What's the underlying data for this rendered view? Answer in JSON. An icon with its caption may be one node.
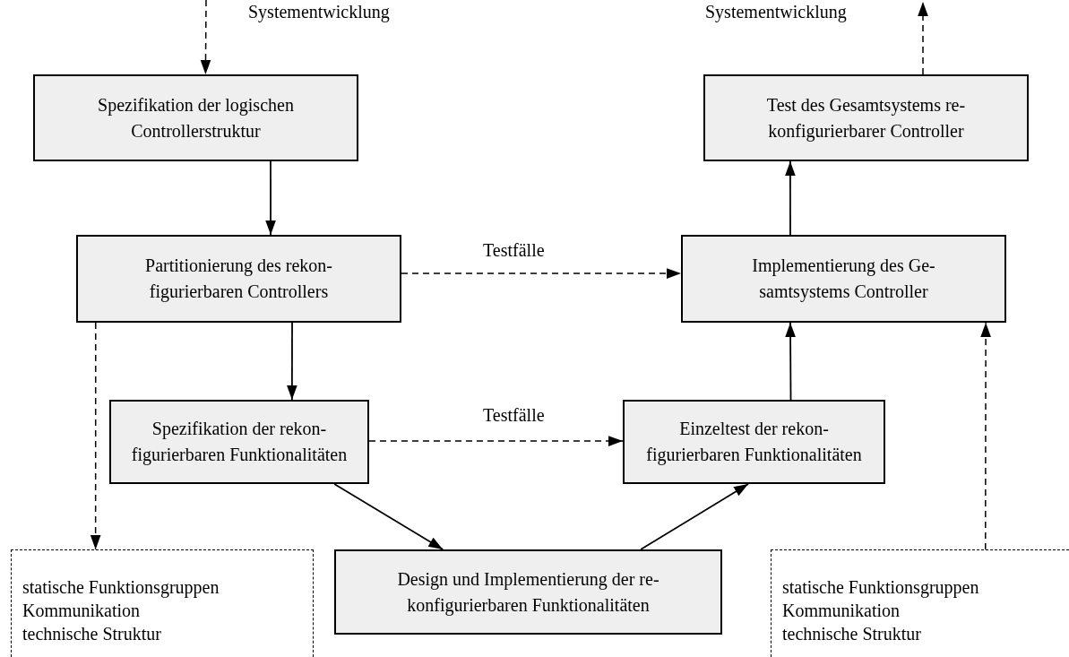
{
  "diagram": {
    "nodes": [
      {
        "text": [
          "Spezifikation der logischen Controllerstruktur"
        ]
      },
      {
        "text": [
          "Partitionierung des rekon- figurierbaren Controllers"
        ]
      },
      {
        "text": [
          "Spezifikation der rekon- figurierbaren Funktionalitäten"
        ]
      },
      {
        "text": [
          "Design und Implementierung der re- konfigurierbaren Funktionalitäten"
        ]
      },
      {
        "text": [
          "Einzeltest der rekon- figurierbaren Funktionalitäten"
        ]
      },
      {
        "text": [
          "Implementierung des Ge- samtsystems Controller"
        ]
      },
      {
        "text": [
          "Test des Gesamtsystems re- konfigurierbarer Controller"
        ]
      },
      {
        "text": [
          "statische Funktionsgruppen",
          "Kommunikation",
          "technische Struktur"
        ]
      },
      {
        "text": [
          "statische Funktionsgruppen",
          "Kommunikation",
          "technische Struktur"
        ]
      }
    ],
    "edges": [
      {
        "from": null,
        "to": 0,
        "arrow": "to",
        "style": "dashed",
        "label": "Systementwicklung"
      },
      {
        "from": 0,
        "to": 1,
        "arrow": "to"
      },
      {
        "from": 1,
        "to": 2,
        "arrow": "to"
      },
      {
        "from": 2,
        "to": 3,
        "arrow": "to"
      },
      {
        "from": 3,
        "to": 4,
        "arrow": "to"
      },
      {
        "from": 4,
        "to": 5,
        "arrow": "to"
      },
      {
        "from": 5,
        "to": 6,
        "arrow": "to"
      },
      {
        "from": 6,
        "to": null,
        "arrow": "to",
        "style": "dashed",
        "label": "Systementwicklung"
      },
      {
        "from": 1,
        "to": 5,
        "arrow": "to",
        "style": "dashed",
        "label": "Testfälle"
      },
      {
        "from": 2,
        "to": 4,
        "arrow": "to",
        "style": "dashed",
        "label": "Testfälle"
      },
      {
        "from": 1,
        "to": 7,
        "arrow": "to",
        "style": "dashed"
      },
      {
        "from": 8,
        "to": 5,
        "arrow": "to",
        "style": "dashed"
      }
    ]
  }
}
